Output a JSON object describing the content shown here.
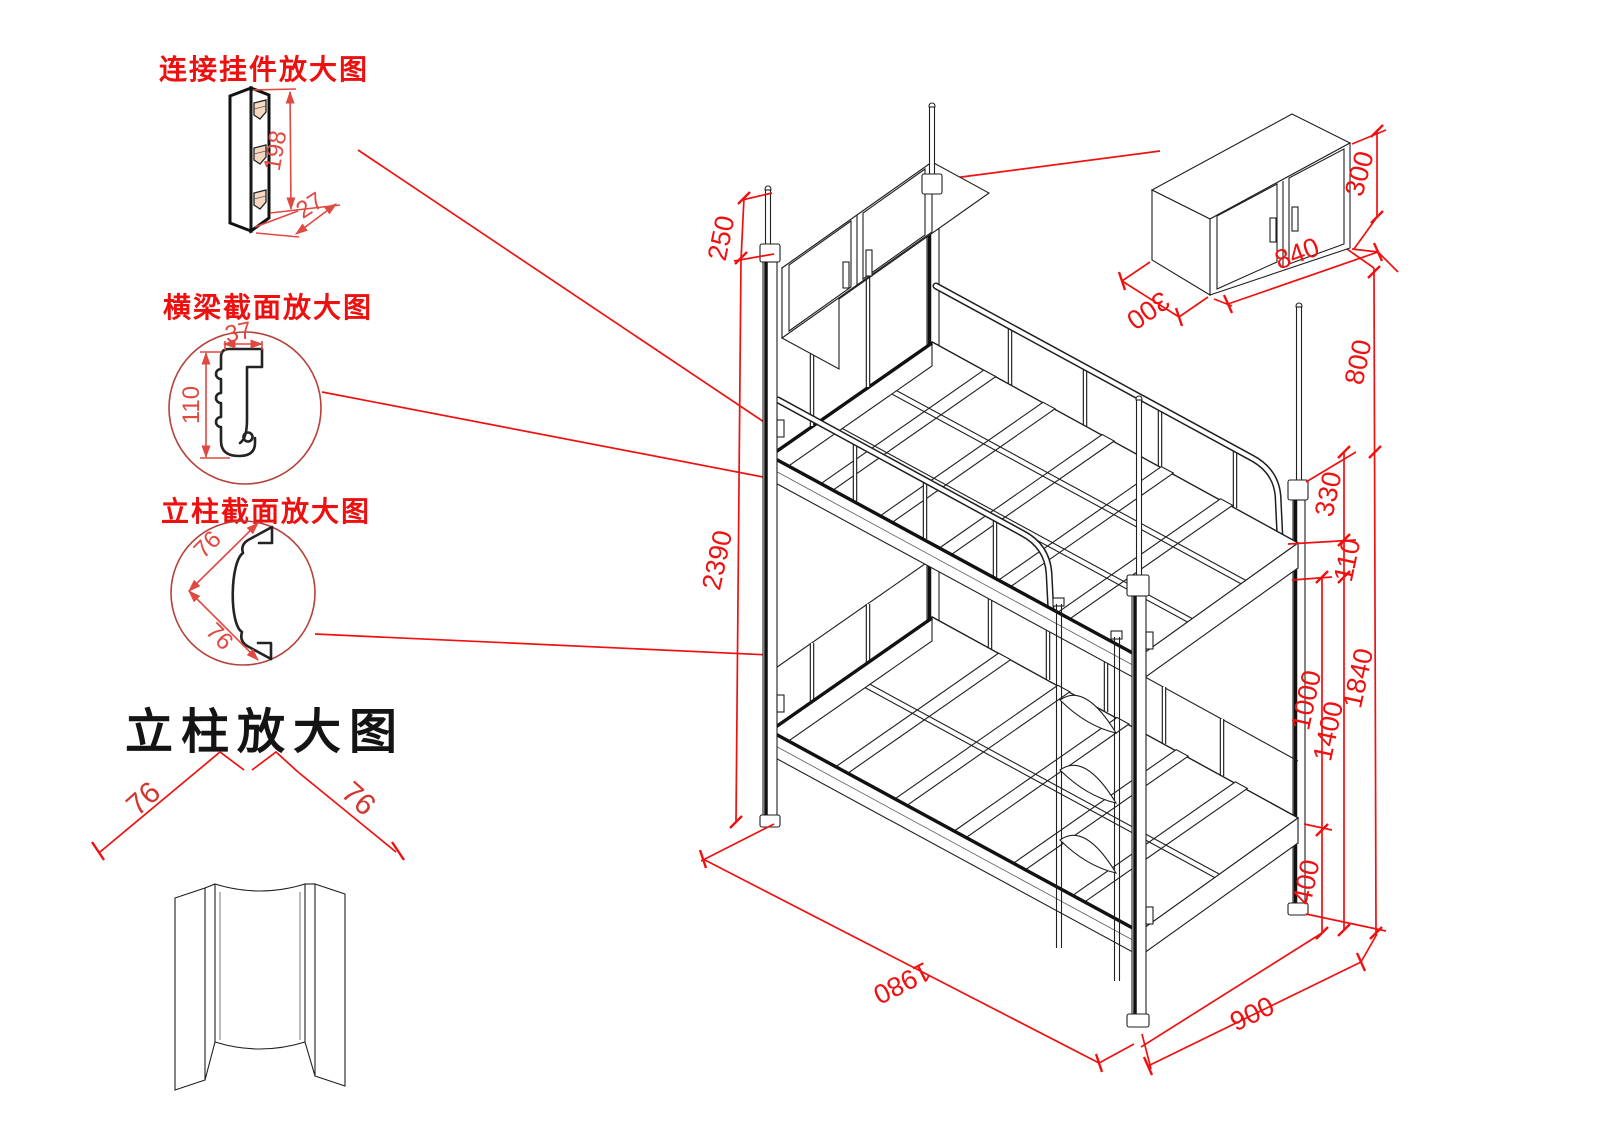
{
  "colors": {
    "dimension_red": "#f01010",
    "detail_dim_red": "#e04840",
    "detail_circle_red": "#b5413a",
    "line_black": "#1f1f1f",
    "hook_highlight": "#f7d8c0"
  },
  "details": {
    "hook_bracket": {
      "title": "连接挂件放大图",
      "height": "198",
      "width": "27"
    },
    "beam_section": {
      "title": "横梁截面放大图",
      "width": "37",
      "height": "110"
    },
    "post_section": {
      "title": "立柱截面放大图",
      "side_a": "76",
      "side_b": "76"
    },
    "post_enlarged": {
      "title": "立柱放大图",
      "side_a": "76",
      "side_b": "76"
    }
  },
  "cabinet": {
    "depth": "300",
    "width": "840",
    "height": "300"
  },
  "bed": {
    "pole_extension": "250",
    "total_height": "2390",
    "length": "1980",
    "width": "900",
    "cabinet_to_top": "800",
    "guardrail_height": "330",
    "beam_height": "110",
    "bunk_clearance": "1000",
    "upper_bunk_height": "1400",
    "safety_height": "1840",
    "lower_bunk_height": "400"
  }
}
